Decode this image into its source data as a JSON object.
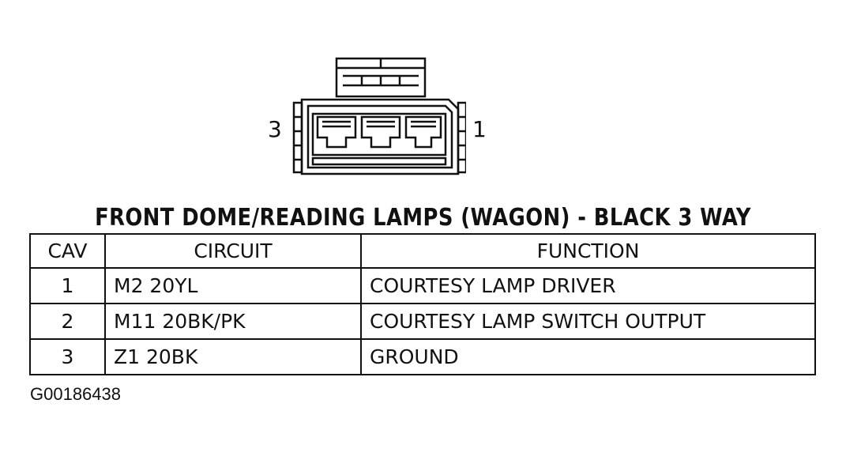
{
  "connector": {
    "pin_left_label": "3",
    "pin_right_label": "1"
  },
  "title": "FRONT DOME/READING LAMPS (WAGON) - BLACK 3 WAY",
  "table": {
    "headers": [
      "CAV",
      "CIRCUIT",
      "FUNCTION"
    ],
    "rows": [
      {
        "cav": "1",
        "circuit": "M2 20YL",
        "function": "COURTESY LAMP DRIVER"
      },
      {
        "cav": "2",
        "circuit": "M11 20BK/PK",
        "function": "COURTESY LAMP SWITCH OUTPUT"
      },
      {
        "cav": "3",
        "circuit": "Z1 20BK",
        "function": "GROUND"
      }
    ]
  },
  "figure_id": "G00186438"
}
